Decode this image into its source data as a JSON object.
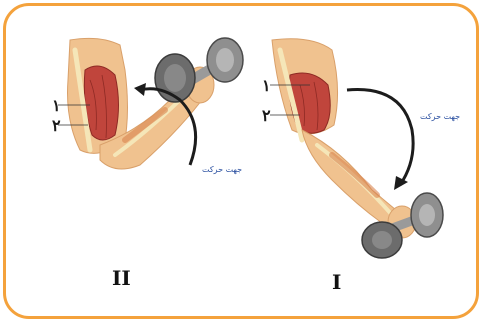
{
  "figure": {
    "left_panel": {
      "numerals": [
        "۱",
        "۲"
      ],
      "direction_label": "جهت حرکت",
      "caption": "II"
    },
    "right_panel": {
      "numerals": [
        "۱",
        "۲"
      ],
      "direction_label": "جهت حرکت",
      "caption": "I"
    },
    "colors": {
      "frame_border": "#f4a23c",
      "muscle": "#c0453c",
      "skin": "#f0c28f",
      "bone": "#f5e6b8",
      "arrow": "#1c1c1c",
      "label_blue": "#2a4fa0"
    }
  }
}
